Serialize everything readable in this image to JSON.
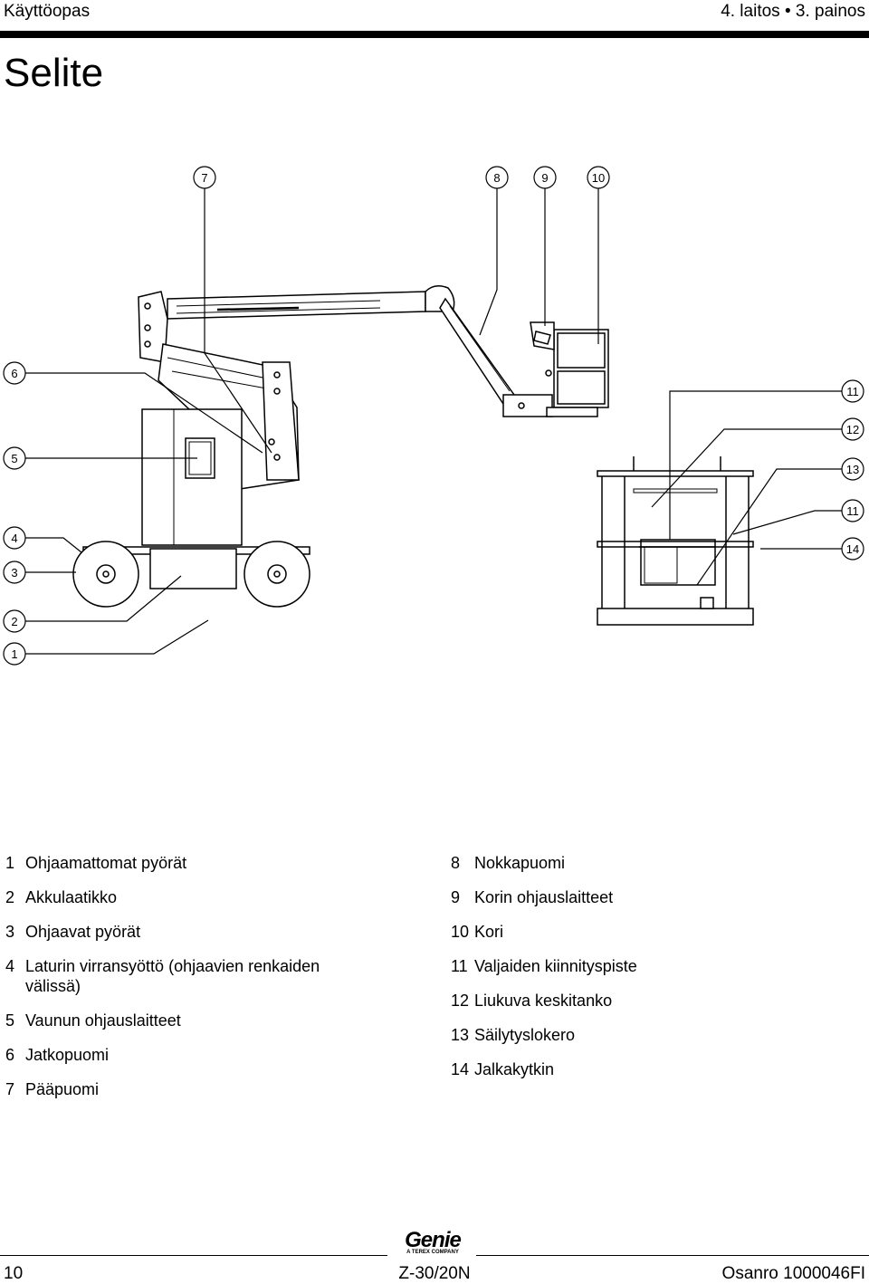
{
  "header": {
    "manual": "Käyttöopas",
    "edition": "4. laitos • 3. painos"
  },
  "title": "Selite",
  "callouts": [
    "1",
    "2",
    "3",
    "4",
    "5",
    "6",
    "7",
    "8",
    "9",
    "10",
    "11",
    "12",
    "13",
    "11",
    "14"
  ],
  "legend": {
    "left": [
      {
        "num": "1",
        "text": "Ohjaamattomat pyörät"
      },
      {
        "num": "2",
        "text": "Akkulaatikko"
      },
      {
        "num": "3",
        "text": "Ohjaavat pyörät"
      },
      {
        "num": "4",
        "text": "Laturin virransyöttö (ohjaavien renkaiden välissä)"
      },
      {
        "num": "5",
        "text": "Vaunun ohjauslaitteet"
      },
      {
        "num": "6",
        "text": "Jatkopuomi"
      },
      {
        "num": "7",
        "text": "Pääpuomi"
      }
    ],
    "right": [
      {
        "num": "8",
        "text": "Nokkapuomi"
      },
      {
        "num": "9",
        "text": "Korin ohjauslaitteet"
      },
      {
        "num": "10",
        "text": "Kori"
      },
      {
        "num": "11",
        "text": "Valjaiden kiinnityspiste"
      },
      {
        "num": "12",
        "text": "Liukuva keskitanko"
      },
      {
        "num": "13",
        "text": "Säilytyslokero"
      },
      {
        "num": "14",
        "text": "Jalkakytkin"
      }
    ]
  },
  "footer": {
    "page": "10",
    "model": "Z-30/20N",
    "part": "Osanro 1000046FI",
    "logo": "Genie",
    "logo_sub": "A TEREX COMPANY"
  }
}
